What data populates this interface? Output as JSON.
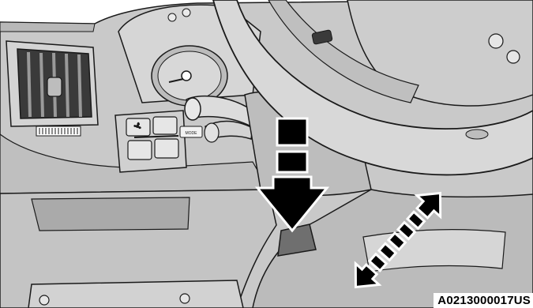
{
  "illustration": {
    "figure_code": "A0213000017US",
    "dash_button_label": "MODE",
    "colors": {
      "background": "#ffffff",
      "dashboard": "#c9c9c9",
      "dashboard_dark": "#8e8e8e",
      "outline": "#1a1a1a",
      "arrow_fill": "#000000",
      "arrow_outline": "#ffffff",
      "lever": "#6f6f6f"
    },
    "icons": [
      "air-vent",
      "instrument-gauge",
      "steering-wheel",
      "multifunction-stalk",
      "switch-panel",
      "fan-icon",
      "push-down-arrow",
      "adjust-double-arrow",
      "release-lever",
      "glove-box"
    ]
  }
}
